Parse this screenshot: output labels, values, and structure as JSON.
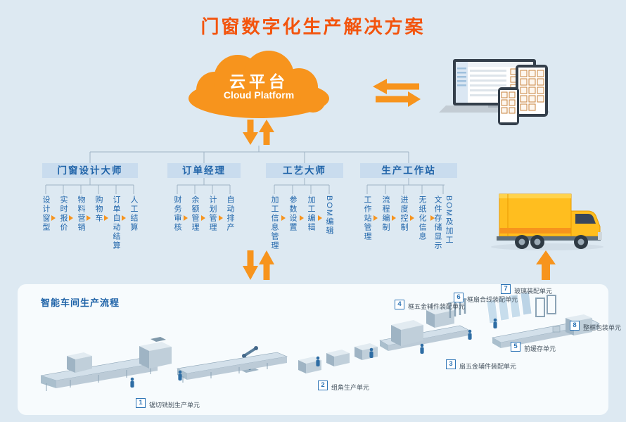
{
  "title": "门窗数字化生产解决方案",
  "cloud": {
    "name_cn": "云平台",
    "name_en": "Cloud Platform"
  },
  "tree": {
    "branches": [
      {
        "label": "门窗设计大师",
        "children": [
          "设计窗型",
          "实时报价",
          "物料营销",
          "购物车",
          "订单自动结算",
          "人工结算"
        ]
      },
      {
        "label": "订单经理",
        "children": [
          "财务审核",
          "余额管理",
          "计划管理",
          "自动排产"
        ]
      },
      {
        "label": "工艺大师",
        "children": [
          "加工信息管理",
          "参数设置",
          "加工编辑",
          "BOM编辑"
        ]
      },
      {
        "label": "生产工作站",
        "children": [
          "工作站管理",
          "流程编制",
          "进度控制",
          "无纸化信息",
          "文件存储显示BOM及加工"
        ]
      }
    ]
  },
  "workshop": {
    "label": "智能车间生产流程",
    "units": [
      {
        "num": "1",
        "label": "锯切铣削生产单元"
      },
      {
        "num": "2",
        "label": "组角生产单元"
      },
      {
        "num": "3",
        "label": "扇五金辅件装配单元"
      },
      {
        "num": "4",
        "label": "框五金辅件装配单元"
      },
      {
        "num": "5",
        "label": "前缓存单元"
      },
      {
        "num": "6",
        "label": "框扇合线装配单元"
      },
      {
        "num": "7",
        "label": "玻璃装配单元"
      },
      {
        "num": "8",
        "label": "整框包装单元"
      }
    ]
  },
  "colors": {
    "accent_orange": "#f7941d",
    "title_orange": "#f3540d",
    "blue": "#2166ab",
    "branch_bg": "#c9dcee",
    "background": "#dde9f2",
    "truck_yellow": "#ffbe1f"
  }
}
